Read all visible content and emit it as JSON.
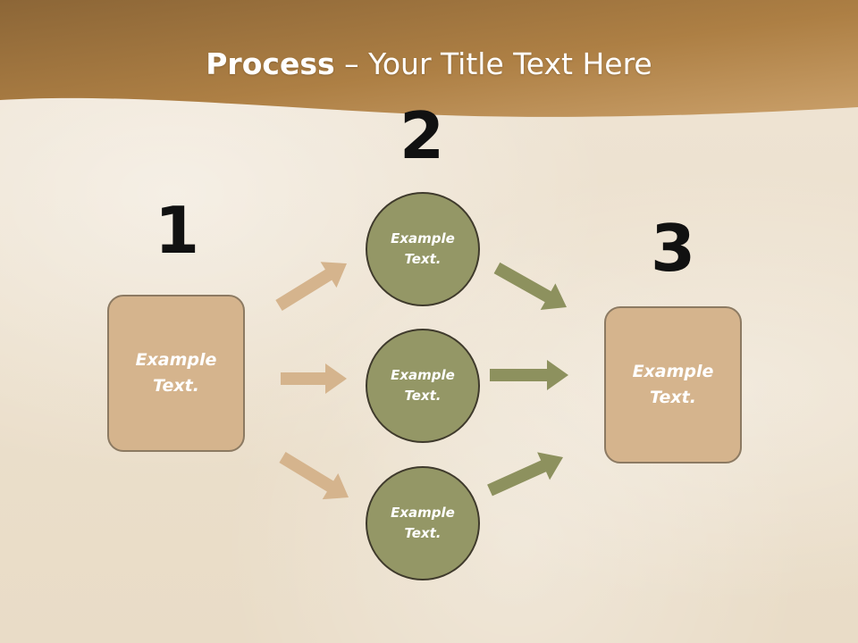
{
  "slide": {
    "title_bold": "Process",
    "title_rest": " – Your Title Text Here",
    "steps": [
      {
        "number": "1",
        "label": "Example Text."
      },
      {
        "number": "2",
        "nodes": [
          "Example Text.",
          "Example Text.",
          "Example Text."
        ]
      },
      {
        "number": "3",
        "label": "Example Text."
      }
    ]
  },
  "colors": {
    "header": "#a9793e",
    "box_fill": "#d5b48d",
    "circle_fill": "#949766",
    "arrow_tan": "#d5b48d",
    "arrow_olive": "#8d915e"
  }
}
